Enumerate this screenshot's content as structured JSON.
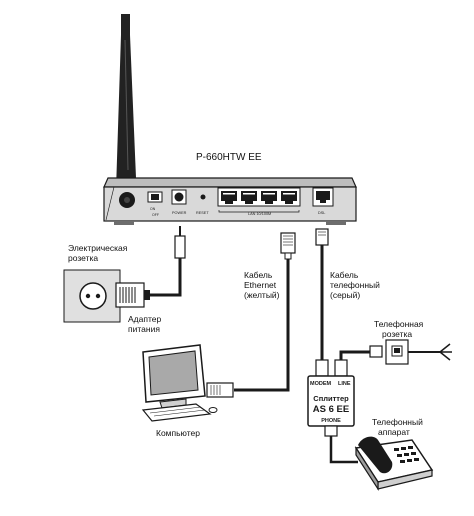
{
  "router": {
    "model": "P-660HTW EE",
    "ports": {
      "power_switch_on": "ON",
      "power_switch_off": "OFF",
      "power": "POWER",
      "reset": "RESET",
      "lan": "LAN 10/100M",
      "dsl": "DSL"
    }
  },
  "labels": {
    "outlet_l1": "Электрическая",
    "outlet_l2": "розетка",
    "adapter_l1": "Адаптер",
    "adapter_l2": "питания",
    "eth_l1": "Кабель",
    "eth_l2": "Ethernet",
    "eth_l3": "(желтый)",
    "phone_l1": "Кабель",
    "phone_l2": "телефонный",
    "phone_l3": "(серый)",
    "jack_l1": "Телефонная",
    "jack_l2": "розетка",
    "computer": "Компьютер",
    "handset_l1": "Телефонный",
    "handset_l2": "аппарат"
  },
  "splitter": {
    "modem": "MODEM",
    "line": "LINE",
    "name_l1": "Сплиттер",
    "name_l2": "AS 6 EE",
    "phone": "PHONE"
  },
  "colors": {
    "ink": "#1a1a1a",
    "body": "#d9d9d9",
    "shadow": "#8f8f8f",
    "screen": "#a9a9a9"
  }
}
